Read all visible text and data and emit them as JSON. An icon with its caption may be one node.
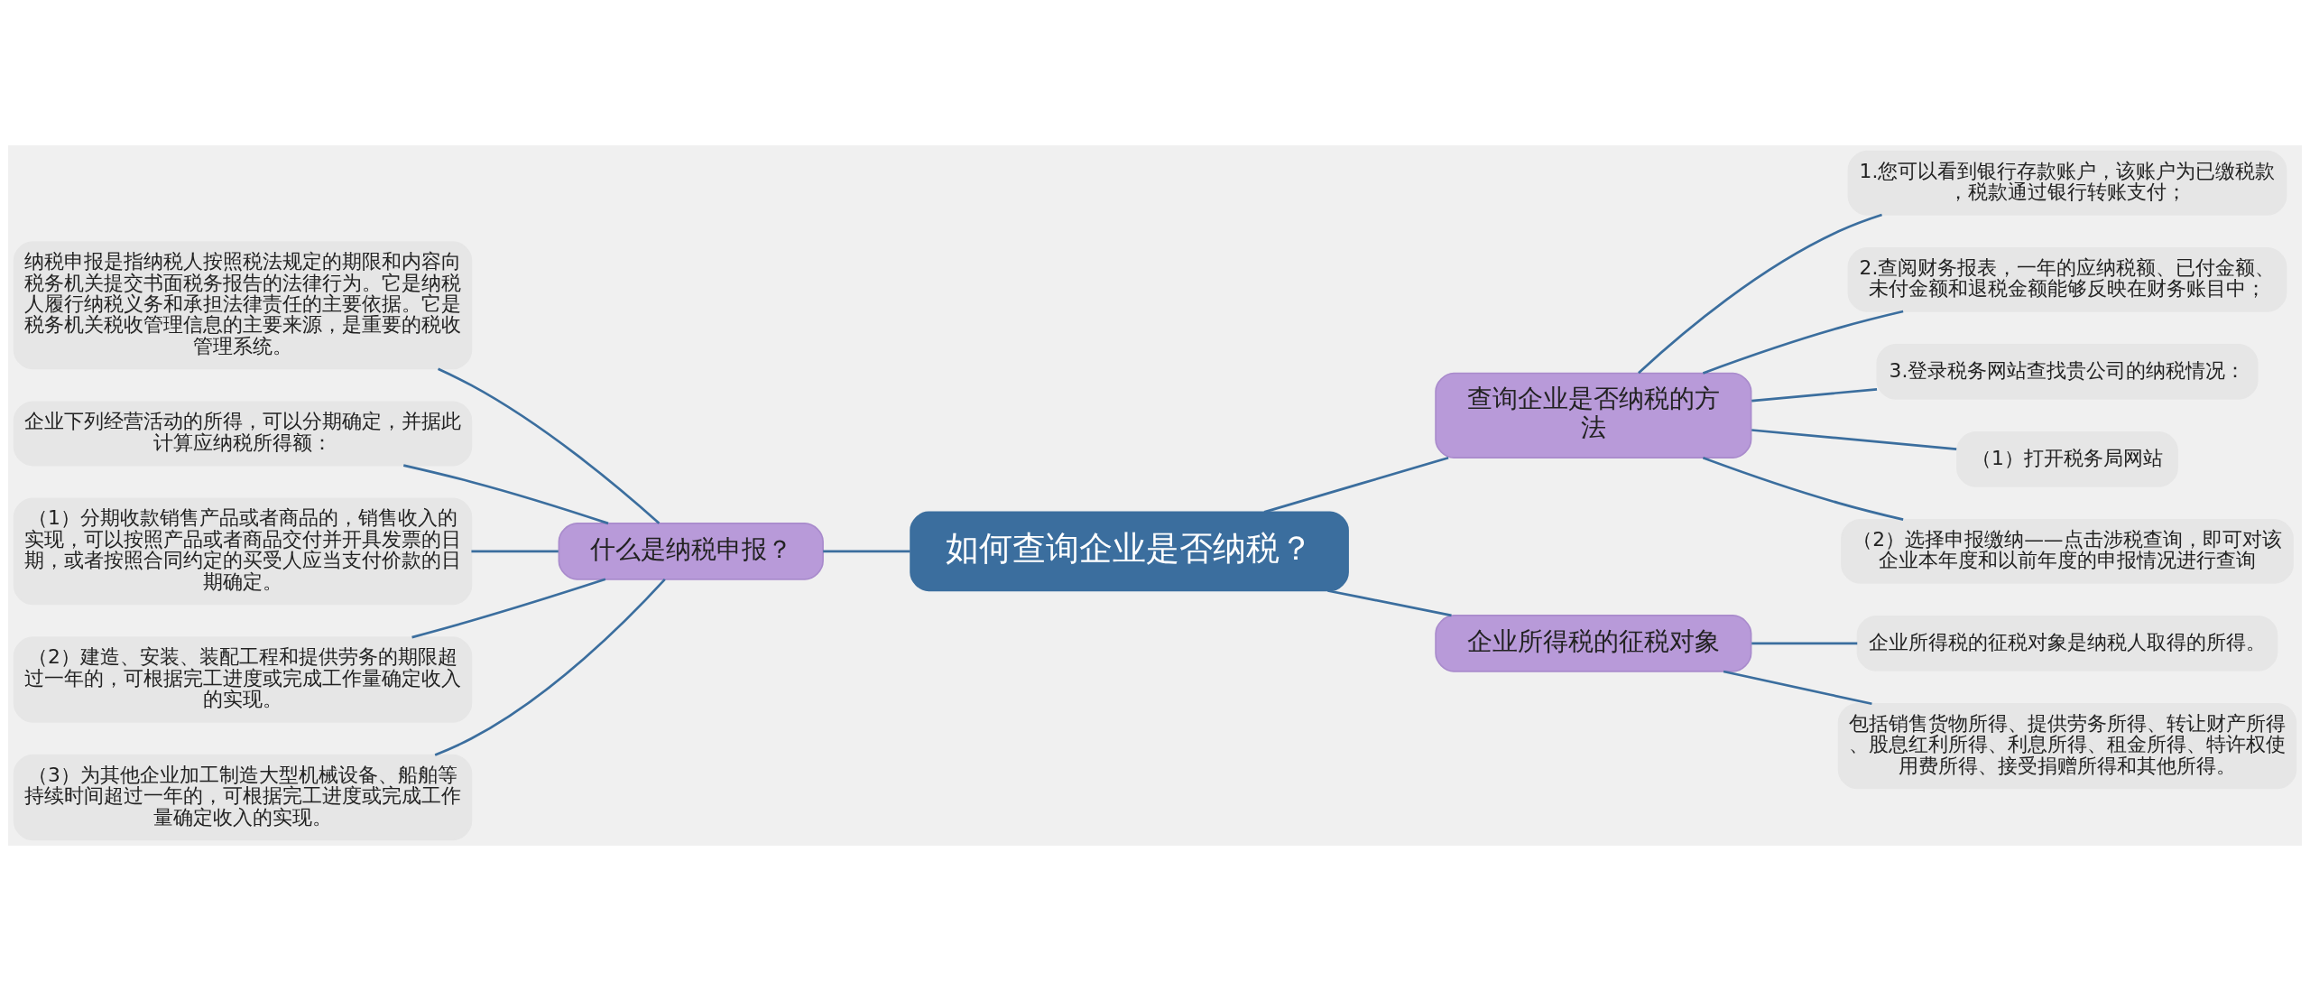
{
  "diagram": {
    "nodes": [
      {
        "text": [
          "如何查询企业是否纳税？"
        ]
      },
      {
        "text": [
          "什么是纳税申报？"
        ]
      },
      {
        "text": [
          "纳税申报是指纳税人按照税法规定的期限和内容向税务机关提交书面税务报告的法律行为。它是纳税人履行纳税义务和承担法律责任的主要依据。它是税务机关税收管理信息的主要来源，是重要的税收管理系统。"
        ]
      },
      {
        "text": [
          "企业下列经营活动的所得，可以分期确定，并据此计算应纳税所得额："
        ]
      },
      {
        "text": [
          "（1）分期收款销售产品或者商品的，销售收入的实现，可以按照产品或者商品交付并开具发票的日期，或者按照合同约定的买受人应当支付价款的日期确定。"
        ]
      },
      {
        "text": [
          "（2）建造、安装、装配工程和提供劳务的期限超过一年的，可根据完工进度或完成工作量确定收入的实现。"
        ]
      },
      {
        "text": [
          "（3）为其他企业加工制造大型机械设备、船舶等持续时间超过一年的，可根据完工进度或完成工作量确定收入的实现。"
        ]
      },
      {
        "text": [
          "查询企业是否纳税的方法"
        ]
      },
      {
        "text": [
          "1.您可以看到银行存款账户，该账户为已缴税款，税款通过银行转账支付；"
        ]
      },
      {
        "text": [
          "2.查阅财务报表，一年的应纳税额、已付金额、未付金额和退税金额能够反映在财务账目中；"
        ]
      },
      {
        "text": [
          "3.登录税务网站查找贵公司的纳税情况："
        ]
      },
      {
        "text": [
          "（1）打开税务局网站"
        ]
      },
      {
        "text": [
          "（2）选择申报缴纳——点击涉税查询，即可对该企业本年度和以前年度的申报情况进行查询"
        ]
      },
      {
        "text": [
          "企业所得税的征税对象"
        ]
      },
      {
        "text": [
          "企业所得税的征税对象是纳税人取得的所得。"
        ]
      },
      {
        "text": [
          "包括销售货物所得、提供劳务所得、转让财产所得、股息红利所得、利息所得、租金所得、特许权使用费所得、接受捐赠所得和其他所得。"
        ]
      }
    ],
    "edges": [
      {
        "from": 0,
        "to": 1,
        "arrow": "none"
      },
      {
        "from": 1,
        "to": 2,
        "arrow": "none"
      },
      {
        "from": 1,
        "to": 3,
        "arrow": "none"
      },
      {
        "from": 1,
        "to": 4,
        "arrow": "none"
      },
      {
        "from": 1,
        "to": 5,
        "arrow": "none"
      },
      {
        "from": 1,
        "to": 6,
        "arrow": "none"
      },
      {
        "from": 0,
        "to": 7,
        "arrow": "none"
      },
      {
        "from": 7,
        "to": 8,
        "arrow": "none"
      },
      {
        "from": 7,
        "to": 9,
        "arrow": "none"
      },
      {
        "from": 7,
        "to": 10,
        "arrow": "none"
      },
      {
        "from": 7,
        "to": 11,
        "arrow": "none"
      },
      {
        "from": 7,
        "to": 12,
        "arrow": "none"
      },
      {
        "from": 0,
        "to": 13,
        "arrow": "none"
      },
      {
        "from": 13,
        "to": 14,
        "arrow": "none"
      },
      {
        "from": 13,
        "to": 15,
        "arrow": "none"
      }
    ]
  }
}
